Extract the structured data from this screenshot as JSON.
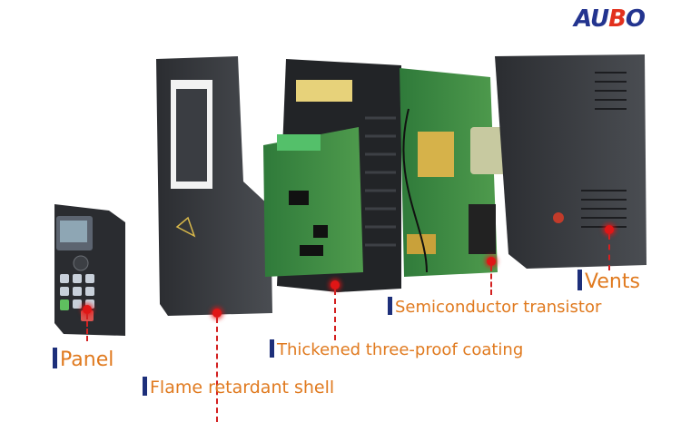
{
  "brand": {
    "logo_text": "AUBO",
    "logo_main": "AU",
    "logo_o": "B",
    "logo_tail": "O"
  },
  "labels": {
    "panel": "Panel",
    "shell": "Flame retardant shell",
    "coating": "Thickened three-proof coating",
    "transistor": "Semiconductor transistor",
    "vents": "Vents"
  },
  "colors": {
    "label_text": "#e07a1f",
    "label_bar": "#1d2f7a",
    "marker": "#e01616",
    "logo_blue": "#23348f"
  }
}
